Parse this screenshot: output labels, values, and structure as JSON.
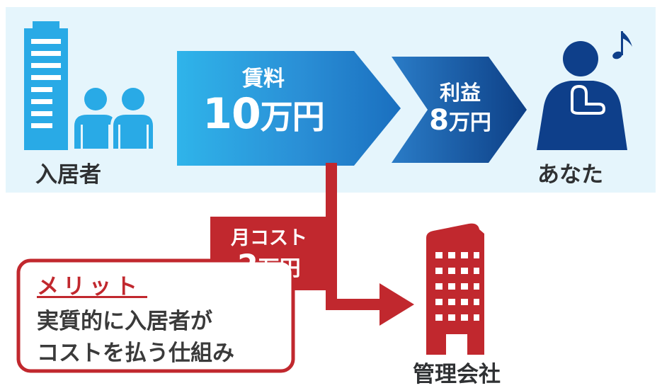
{
  "tenant": {
    "label": "入居者",
    "icon": "building-with-people-icon"
  },
  "rent": {
    "title": "賃料",
    "amount_number": "10",
    "amount_unit": "万円"
  },
  "profit": {
    "title": "利益",
    "amount_number": "8",
    "amount_unit": "万円"
  },
  "owner": {
    "label": "あなた",
    "icon": "happy-person-with-music-note-icon"
  },
  "cost": {
    "title": "月コスト",
    "amount_number": "2",
    "amount_unit": "万円"
  },
  "merit": {
    "heading": "メリット",
    "line1": "実質的に入居者が",
    "line2": "コストを払う仕組み"
  },
  "company": {
    "label": "管理会社",
    "icon": "office-building-icon"
  },
  "colors": {
    "panel_bg": "#e5f5fc",
    "rent_arrow_light": "#2fb4ea",
    "rent_arrow_dark": "#1a6fbf",
    "profit_arrow_light": "#2a7cc7",
    "profit_arrow_dark": "#0d3f86",
    "person": "#0e3f8a",
    "building_blue": "#29aae6",
    "cost_red": "#c1282e"
  }
}
